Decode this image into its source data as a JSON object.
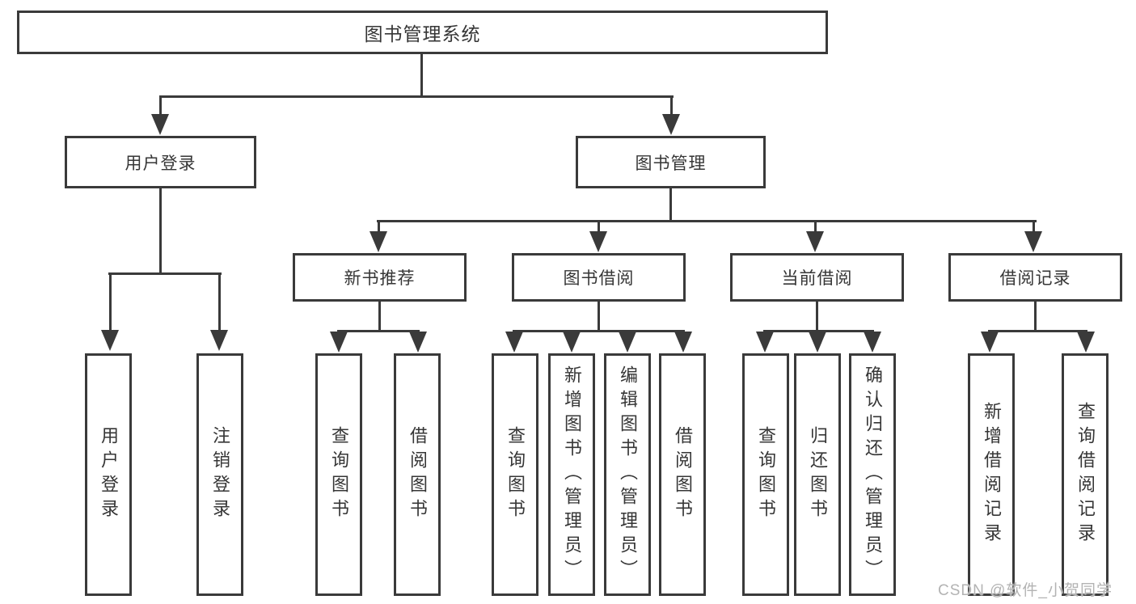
{
  "diagram": {
    "root": {
      "label": "图书管理系统"
    },
    "user_login_branch": {
      "label": "用户登录",
      "children": [
        {
          "label": "用户登录"
        },
        {
          "label": "注销登录"
        }
      ]
    },
    "book_mgmt_branch": {
      "label": "图书管理",
      "children": [
        {
          "label": "新书推荐",
          "children": [
            {
              "label": "查询图书"
            },
            {
              "label": "借阅图书"
            }
          ]
        },
        {
          "label": "图书借阅",
          "children": [
            {
              "label": "查询图书"
            },
            {
              "label": "新增图书（管理员）"
            },
            {
              "label": "编辑图书（管理员）"
            },
            {
              "label": "借阅图书"
            }
          ]
        },
        {
          "label": "当前借阅",
          "children": [
            {
              "label": "查询图书"
            },
            {
              "label": "归还图书"
            },
            {
              "label": "确认归还（管理员）"
            }
          ]
        },
        {
          "label": "借阅记录",
          "children": [
            {
              "label": "新增借阅记录"
            },
            {
              "label": "查询借阅记录"
            }
          ]
        }
      ]
    },
    "watermark": "CSDN @软件_小贺同学",
    "colors": {
      "line": "#3a3a3a",
      "text": "#363636",
      "background": "#ffffff",
      "watermark": "#b3b3b3"
    }
  }
}
